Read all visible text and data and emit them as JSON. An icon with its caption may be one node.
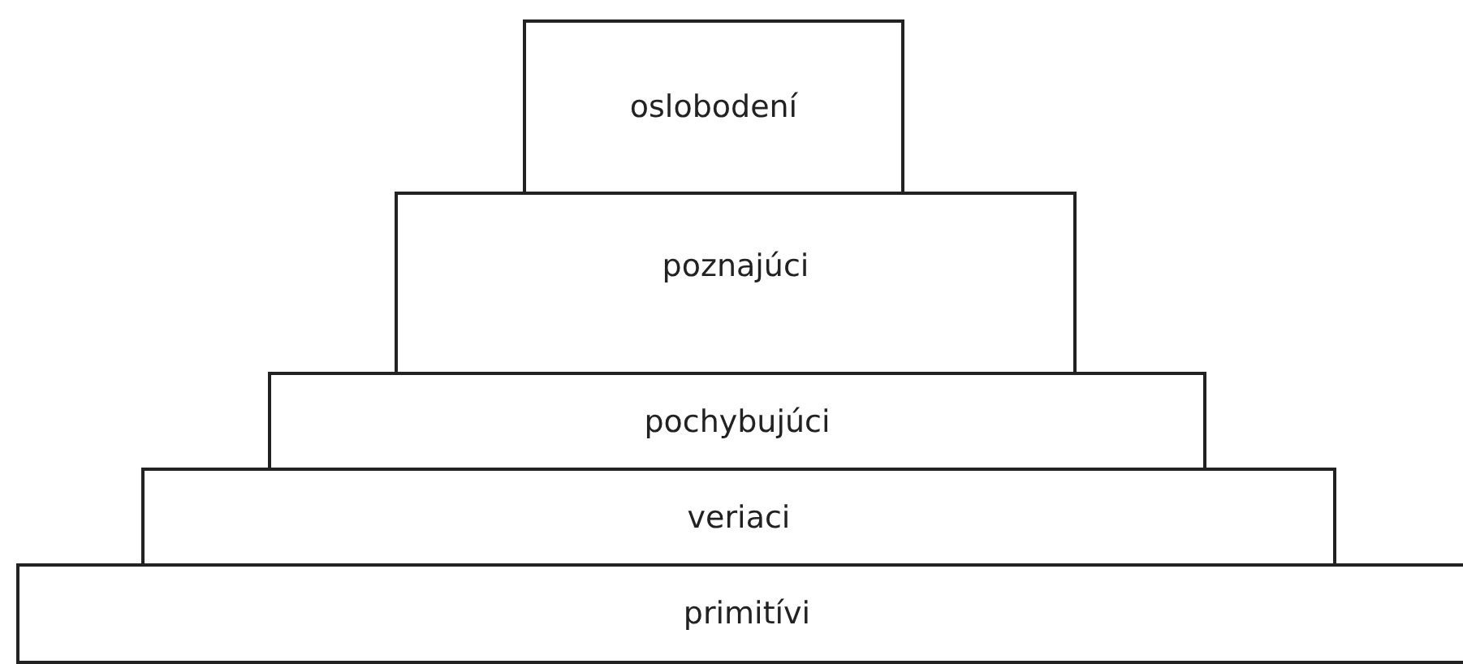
{
  "diagram": {
    "nodes": [
      {
        "text": [
          "oslobodení"
        ]
      },
      {
        "text": [
          "poznajúci"
        ]
      },
      {
        "text": [
          "pochybujúci"
        ]
      },
      {
        "text": [
          "veriaci"
        ]
      },
      {
        "text": [
          "primitívi"
        ]
      }
    ]
  }
}
